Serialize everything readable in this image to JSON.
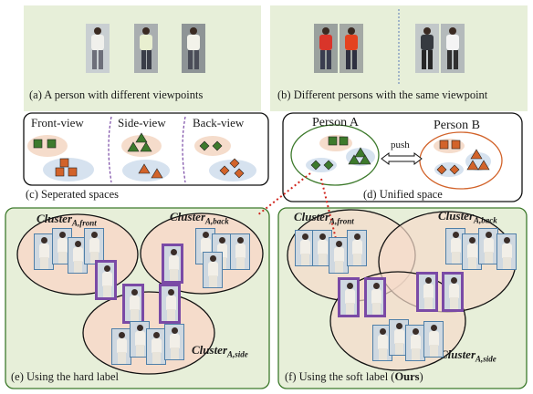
{
  "captions": {
    "a": "(a) A person with different viewpoints",
    "b": "(b) Different persons with  the same viewpoint",
    "c": "(c) Seperated spaces",
    "d": "(d)  Unified space",
    "e": "(e)  Using the hard label",
    "f_prefix": "(f)  Using the soft label (",
    "f_bold": "Ours",
    "f_suffix": ")"
  },
  "panel_c": {
    "front": "Front-view",
    "side": "Side-view",
    "back": "Back-view"
  },
  "panel_d": {
    "person_a": "Person A",
    "person_b": "Person B",
    "push": "push"
  },
  "clusters": {
    "prefix": "Cluster",
    "front": "A,front",
    "back": "A,back",
    "side": "A,side"
  },
  "colors": {
    "green_bg": "#e7efd9",
    "green_shape": "#3d7a2c",
    "orange_shape": "#d2632a",
    "highlight": "#7a4aa6",
    "dotted_red": "#d0261e",
    "ellipse_fill": "#f5dccb",
    "ellipse_blue": "#d6e2ef"
  }
}
